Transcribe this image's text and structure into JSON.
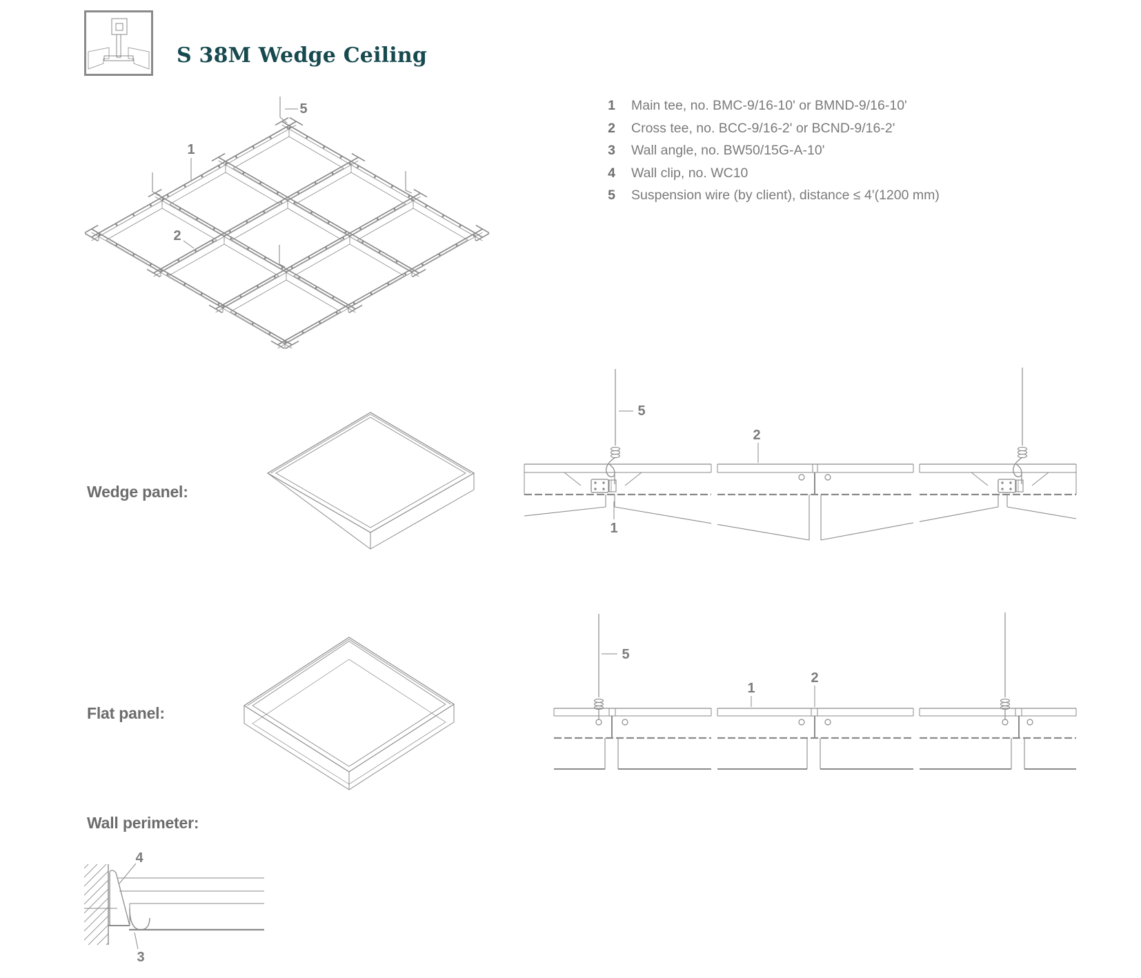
{
  "header": {
    "title": "S 38M Wedge Ceiling",
    "logo": "wedge-ceiling-profile-icon"
  },
  "legend": {
    "items": [
      {
        "num": "1",
        "text": "Main tee, no. BMC-9/16-10' or BMND-9/16-10'"
      },
      {
        "num": "2",
        "text": "Cross tee, no. BCC-9/16-2' or BCND-9/16-2'"
      },
      {
        "num": "3",
        "text": "Wall angle, no. BW50/15G-A-10'"
      },
      {
        "num": "4",
        "text": "Wall clip, no. WC10"
      },
      {
        "num": "5",
        "text": "Suspension wire (by client), distance ≤ 4'(1200 mm)"
      }
    ]
  },
  "sections": {
    "overview": {
      "callout_main_tee": "1",
      "callout_cross_tee": "2",
      "callout_wire": "5"
    },
    "wedge": {
      "label": "Wedge panel:",
      "callout_wire": "5",
      "callout_cross_tee": "2",
      "callout_main_tee": "1"
    },
    "flat": {
      "label": "Flat panel:",
      "callout_wire": "5",
      "callout_main_tee": "1",
      "callout_cross_tee": "2"
    },
    "wall": {
      "label": "Wall perimeter:",
      "callout_wall_clip": "4",
      "callout_wall_angle": "3"
    }
  },
  "colors": {
    "accent_teal": "#174a4f",
    "line_gray": "#8a8a8a",
    "label_gray": "#6c6c6c",
    "legend_text_gray": "#7a7a7a"
  }
}
